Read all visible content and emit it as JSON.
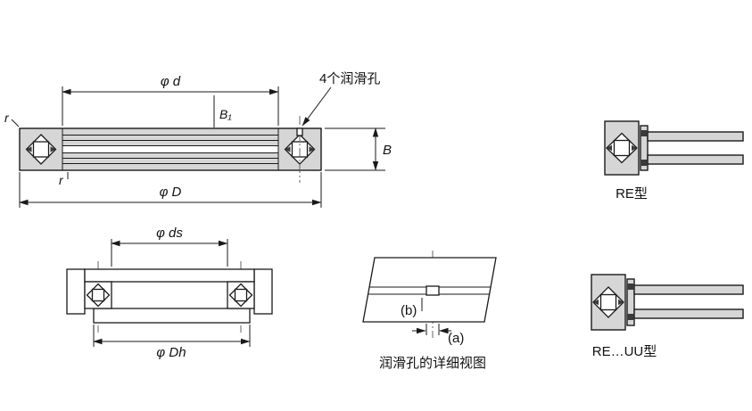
{
  "top_left": {
    "phi_d": "φ d",
    "b1": "B₁",
    "lube_holes": "4个润滑孔",
    "b": "B",
    "r_left": "r",
    "r_inner": "r",
    "phi_D": "φ D"
  },
  "top_right": {
    "caption": "RE型"
  },
  "bottom_left": {
    "phi_ds": "φ ds",
    "phi_Dh": "φ Dh"
  },
  "detail_view": {
    "b_label": "(b)",
    "a_label": "(a)",
    "caption": "润滑孔的详细视图"
  },
  "bottom_right": {
    "caption": "RE…UU型"
  },
  "colors": {
    "fill_gray": "#d6d6d6",
    "line": "#1a1a1a"
  }
}
